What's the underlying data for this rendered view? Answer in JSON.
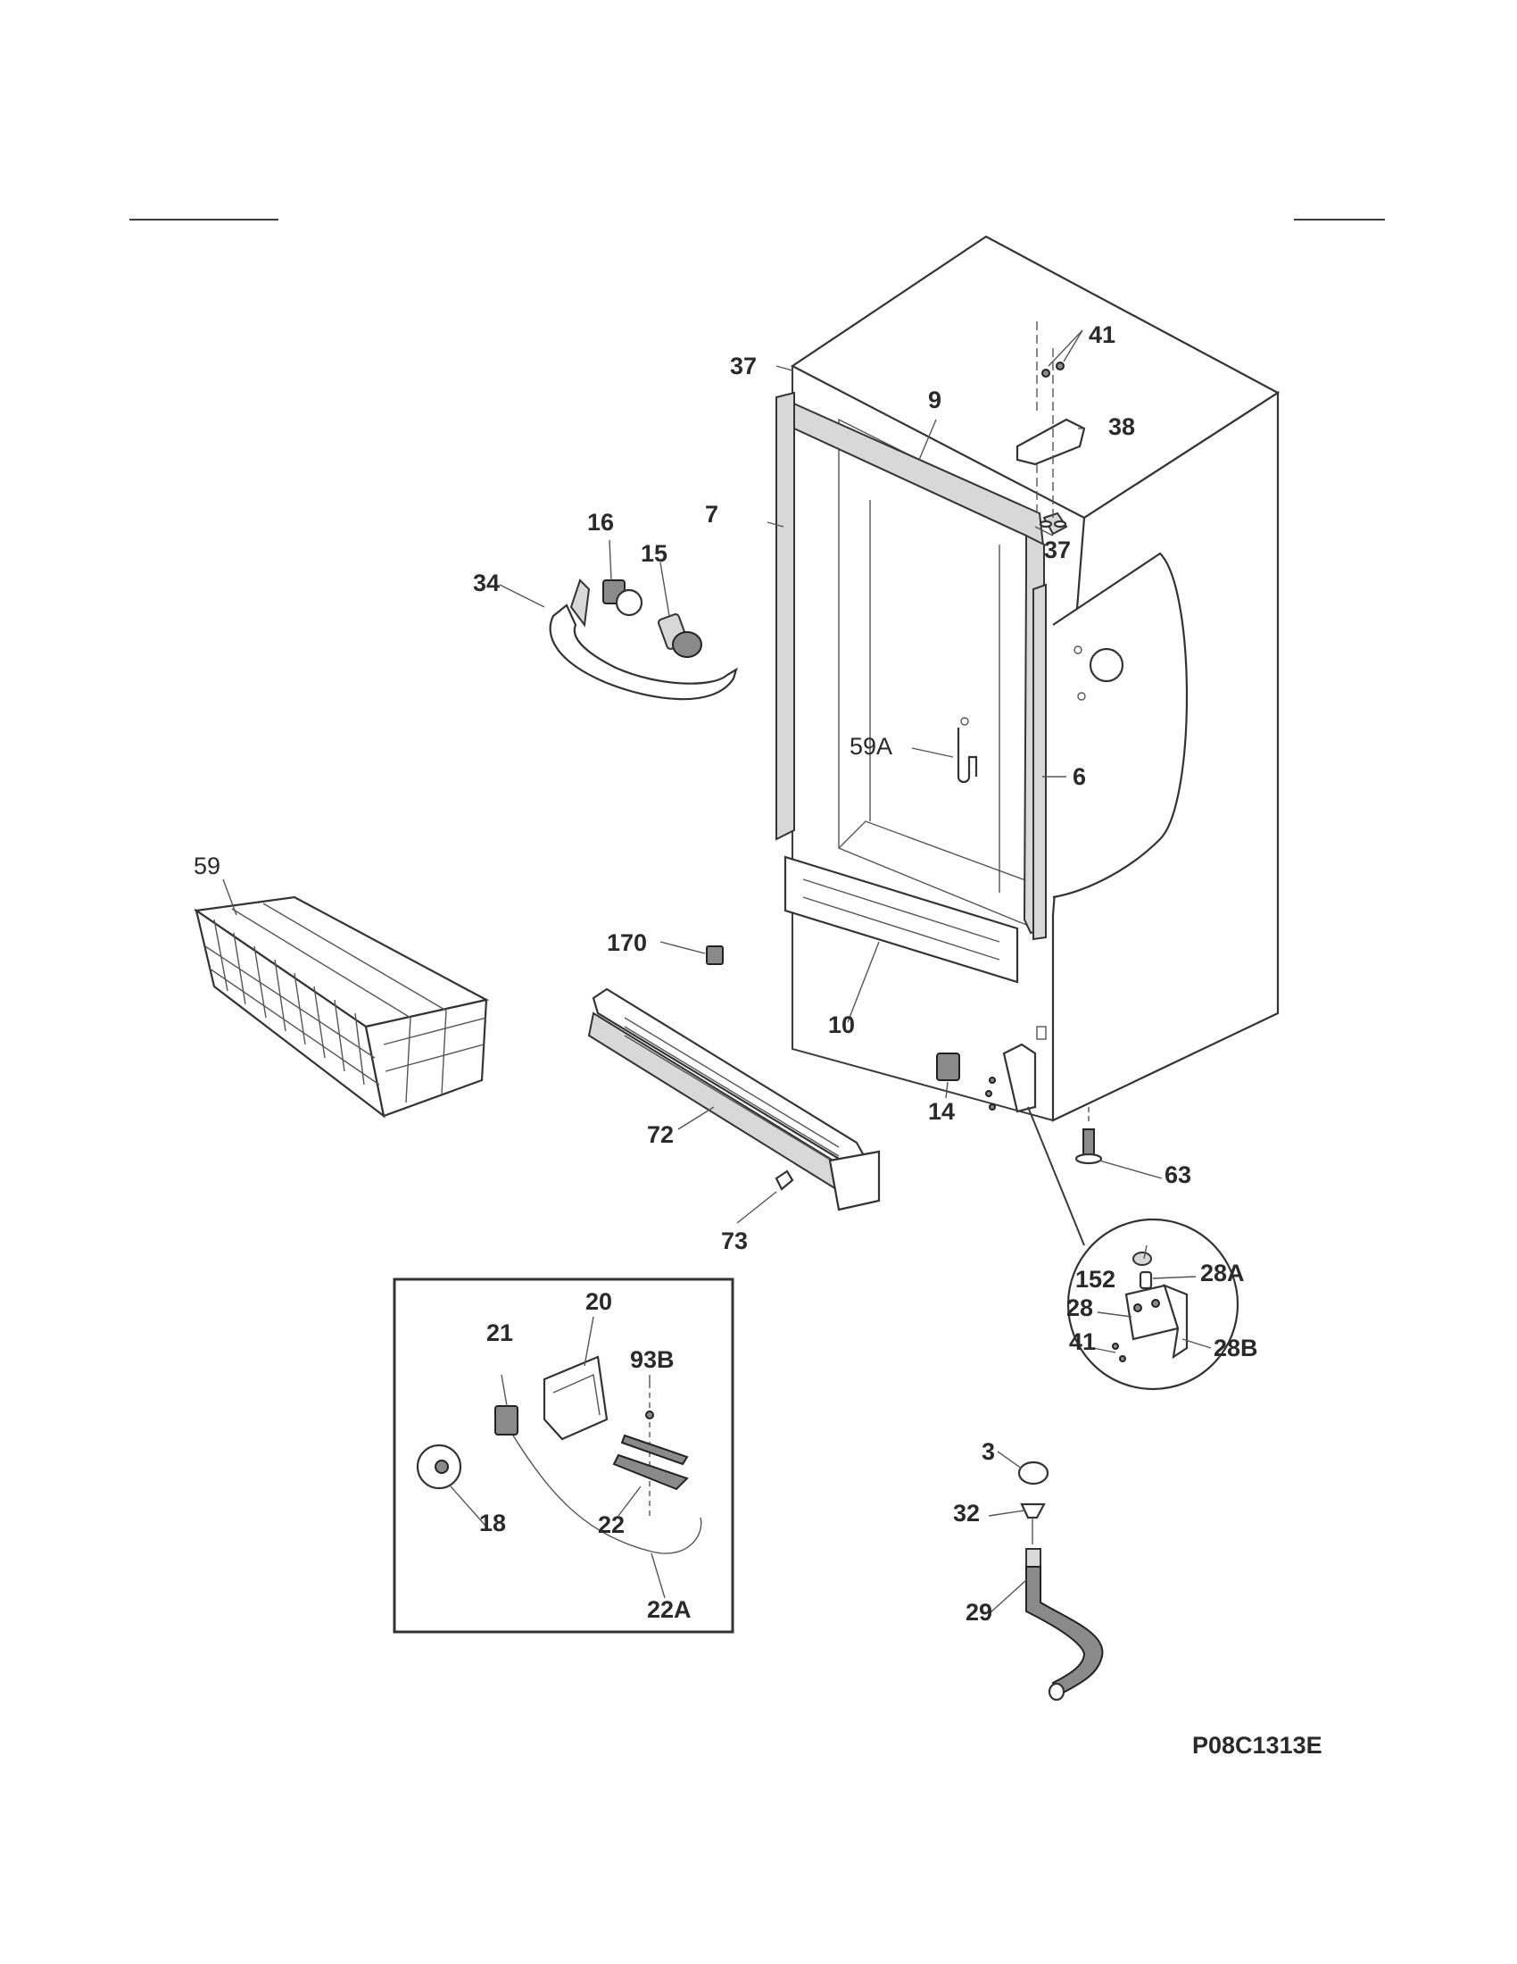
{
  "diagram": {
    "drawing_code": "P08C1313E",
    "callouts": [
      {
        "id": "37-top",
        "text": "37"
      },
      {
        "id": "41-top",
        "text": "41"
      },
      {
        "id": "9",
        "text": "9"
      },
      {
        "id": "38",
        "text": "38"
      },
      {
        "id": "7",
        "text": "7"
      },
      {
        "id": "37-right",
        "text": "37"
      },
      {
        "id": "16",
        "text": "16"
      },
      {
        "id": "15",
        "text": "15"
      },
      {
        "id": "34",
        "text": "34"
      },
      {
        "id": "59A",
        "text": "59A"
      },
      {
        "id": "6",
        "text": "6"
      },
      {
        "id": "59",
        "text": "59"
      },
      {
        "id": "170",
        "text": "170"
      },
      {
        "id": "10",
        "text": "10"
      },
      {
        "id": "72",
        "text": "72"
      },
      {
        "id": "14",
        "text": "14"
      },
      {
        "id": "63",
        "text": "63"
      },
      {
        "id": "73",
        "text": "73"
      },
      {
        "id": "152",
        "text": "152"
      },
      {
        "id": "28A",
        "text": "28A"
      },
      {
        "id": "28",
        "text": "28"
      },
      {
        "id": "41-hinge",
        "text": "41"
      },
      {
        "id": "28B",
        "text": "28B"
      },
      {
        "id": "20",
        "text": "20"
      },
      {
        "id": "21",
        "text": "21"
      },
      {
        "id": "93B",
        "text": "93B"
      },
      {
        "id": "18",
        "text": "18"
      },
      {
        "id": "22",
        "text": "22"
      },
      {
        "id": "22A",
        "text": "22A"
      },
      {
        "id": "3",
        "text": "3"
      },
      {
        "id": "32",
        "text": "32"
      },
      {
        "id": "29",
        "text": "29"
      }
    ]
  }
}
